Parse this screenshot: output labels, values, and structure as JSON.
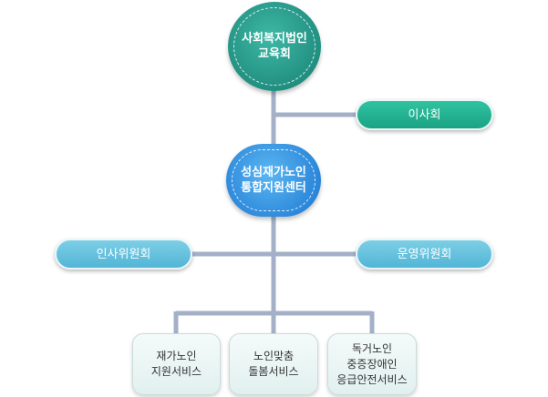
{
  "diagram": {
    "root": {
      "label": "사회복지법인\n교육회"
    },
    "board": {
      "label": "이사회"
    },
    "center": {
      "label": "성심재가노인\n통합지원센터"
    },
    "committees": [
      {
        "label": "인사위원회"
      },
      {
        "label": "운영위원회"
      }
    ],
    "services": [
      {
        "label": "재가노인\n지원서비스"
      },
      {
        "label": "노인맞춤\n돌봄서비스"
      },
      {
        "label": "독거노인\n중증장애인\n응급안전서비스"
      }
    ]
  },
  "colors": {
    "connector": "#a3b0c8",
    "root": "#2aa290",
    "center": "#3c9ce6",
    "board": "#22b392",
    "committee": "#66c2de"
  }
}
